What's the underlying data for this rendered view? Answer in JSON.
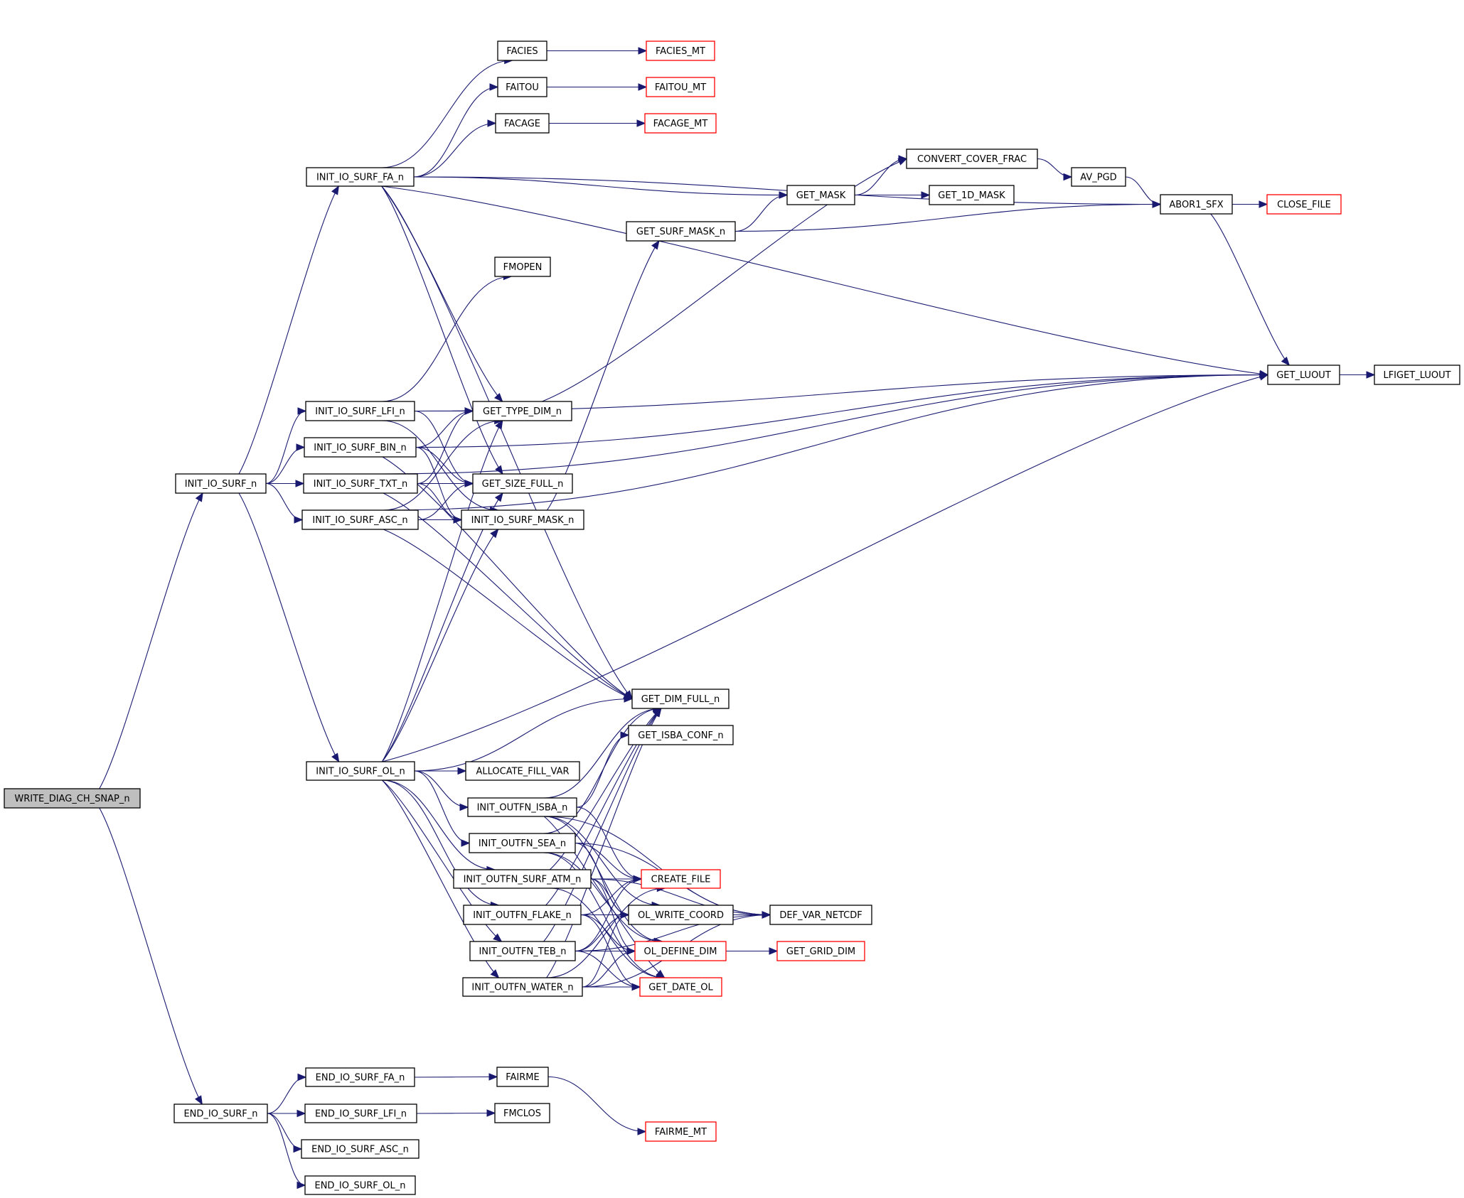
{
  "title": "WRITE_DIAG_CH_SNAP_n call graph",
  "colors": {
    "edge": "#191970",
    "external_border": "#ff0000",
    "root_fill": "#bfbfbf"
  },
  "nodes": [
    {
      "id": "WRITE_DIAG_CH_SNAP_n",
      "label": "WRITE_DIAG_CH_SNAP_n",
      "kind": "root"
    },
    {
      "id": "INIT_IO_SURF_n",
      "label": "INIT_IO_SURF_n",
      "kind": "normal"
    },
    {
      "id": "END_IO_SURF_n",
      "label": "END_IO_SURF_n",
      "kind": "normal"
    },
    {
      "id": "INIT_IO_SURF_FA_n",
      "label": "INIT_IO_SURF_FA_n",
      "kind": "normal"
    },
    {
      "id": "INIT_IO_SURF_LFI_n",
      "label": "INIT_IO_SURF_LFI_n",
      "kind": "normal"
    },
    {
      "id": "INIT_IO_SURF_BIN_n",
      "label": "INIT_IO_SURF_BIN_n",
      "kind": "normal"
    },
    {
      "id": "INIT_IO_SURF_TXT_n",
      "label": "INIT_IO_SURF_TXT_n",
      "kind": "normal"
    },
    {
      "id": "INIT_IO_SURF_ASC_n",
      "label": "INIT_IO_SURF_ASC_n",
      "kind": "normal"
    },
    {
      "id": "INIT_IO_SURF_OL_n",
      "label": "INIT_IO_SURF_OL_n",
      "kind": "normal"
    },
    {
      "id": "END_IO_SURF_FA_n",
      "label": "END_IO_SURF_FA_n",
      "kind": "normal"
    },
    {
      "id": "END_IO_SURF_LFI_n",
      "label": "END_IO_SURF_LFI_n",
      "kind": "normal"
    },
    {
      "id": "END_IO_SURF_ASC_n",
      "label": "END_IO_SURF_ASC_n",
      "kind": "normal"
    },
    {
      "id": "END_IO_SURF_OL_n",
      "label": "END_IO_SURF_OL_n",
      "kind": "normal"
    },
    {
      "id": "FACIES",
      "label": "FACIES",
      "kind": "normal"
    },
    {
      "id": "FAITOU",
      "label": "FAITOU",
      "kind": "normal"
    },
    {
      "id": "FACAGE",
      "label": "FACAGE",
      "kind": "normal"
    },
    {
      "id": "FMOPEN",
      "label": "FMOPEN",
      "kind": "normal"
    },
    {
      "id": "GET_TYPE_DIM_n",
      "label": "GET_TYPE_DIM_n",
      "kind": "normal"
    },
    {
      "id": "GET_SIZE_FULL_n",
      "label": "GET_SIZE_FULL_n",
      "kind": "normal"
    },
    {
      "id": "INIT_IO_SURF_MASK_n",
      "label": "INIT_IO_SURF_MASK_n",
      "kind": "normal"
    },
    {
      "id": "GET_DIM_FULL_n",
      "label": "GET_DIM_FULL_n",
      "kind": "normal"
    },
    {
      "id": "GET_ISBA_CONF_n",
      "label": "GET_ISBA_CONF_n",
      "kind": "normal"
    },
    {
      "id": "ALLOCATE_FILL_VAR",
      "label": "ALLOCATE_FILL_VAR",
      "kind": "normal"
    },
    {
      "id": "INIT_OUTFN_ISBA_n",
      "label": "INIT_OUTFN_ISBA_n",
      "kind": "normal"
    },
    {
      "id": "INIT_OUTFN_SEA_n",
      "label": "INIT_OUTFN_SEA_n",
      "kind": "normal"
    },
    {
      "id": "INIT_OUTFN_SURF_ATM_n",
      "label": "INIT_OUTFN_SURF_ATM_n",
      "kind": "normal"
    },
    {
      "id": "INIT_OUTFN_FLAKE_n",
      "label": "INIT_OUTFN_FLAKE_n",
      "kind": "normal"
    },
    {
      "id": "INIT_OUTFN_TEB_n",
      "label": "INIT_OUTFN_TEB_n",
      "kind": "normal"
    },
    {
      "id": "INIT_OUTFN_WATER_n",
      "label": "INIT_OUTFN_WATER_n",
      "kind": "normal"
    },
    {
      "id": "FAIRME",
      "label": "FAIRME",
      "kind": "normal"
    },
    {
      "id": "FMCLOS",
      "label": "FMCLOS",
      "kind": "normal"
    },
    {
      "id": "FACIES_MT",
      "label": "FACIES_MT",
      "kind": "external"
    },
    {
      "id": "FAITOU_MT",
      "label": "FAITOU_MT",
      "kind": "external"
    },
    {
      "id": "FACAGE_MT",
      "label": "FACAGE_MT",
      "kind": "external"
    },
    {
      "id": "GET_SURF_MASK_n",
      "label": "GET_SURF_MASK_n",
      "kind": "normal"
    },
    {
      "id": "GET_MASK",
      "label": "GET_MASK",
      "kind": "normal"
    },
    {
      "id": "CONVERT_COVER_FRAC",
      "label": "CONVERT_COVER_FRAC",
      "kind": "normal"
    },
    {
      "id": "GET_1D_MASK",
      "label": "GET_1D_MASK",
      "kind": "normal"
    },
    {
      "id": "AV_PGD",
      "label": "AV_PGD",
      "kind": "normal"
    },
    {
      "id": "ABOR1_SFX",
      "label": "ABOR1_SFX",
      "kind": "normal"
    },
    {
      "id": "CLOSE_FILE",
      "label": "CLOSE_FILE",
      "kind": "external"
    },
    {
      "id": "GET_LUOUT",
      "label": "GET_LUOUT",
      "kind": "normal"
    },
    {
      "id": "LFIGET_LUOUT",
      "label": "LFIGET_LUOUT",
      "kind": "normal"
    },
    {
      "id": "CREATE_FILE",
      "label": "CREATE_FILE",
      "kind": "external"
    },
    {
      "id": "OL_WRITE_COORD",
      "label": "OL_WRITE_COORD",
      "kind": "normal"
    },
    {
      "id": "OL_DEFINE_DIM",
      "label": "OL_DEFINE_DIM",
      "kind": "external"
    },
    {
      "id": "GET_DATE_OL",
      "label": "GET_DATE_OL",
      "kind": "external"
    },
    {
      "id": "DEF_VAR_NETCDF",
      "label": "DEF_VAR_NETCDF",
      "kind": "normal"
    },
    {
      "id": "GET_GRID_DIM",
      "label": "GET_GRID_DIM",
      "kind": "external"
    },
    {
      "id": "FAIRME_MT",
      "label": "FAIRME_MT",
      "kind": "external"
    }
  ],
  "edges": [
    [
      "WRITE_DIAG_CH_SNAP_n",
      "INIT_IO_SURF_n"
    ],
    [
      "WRITE_DIAG_CH_SNAP_n",
      "END_IO_SURF_n"
    ],
    [
      "INIT_IO_SURF_n",
      "INIT_IO_SURF_FA_n"
    ],
    [
      "INIT_IO_SURF_n",
      "INIT_IO_SURF_LFI_n"
    ],
    [
      "INIT_IO_SURF_n",
      "INIT_IO_SURF_BIN_n"
    ],
    [
      "INIT_IO_SURF_n",
      "INIT_IO_SURF_TXT_n"
    ],
    [
      "INIT_IO_SURF_n",
      "INIT_IO_SURF_ASC_n"
    ],
    [
      "INIT_IO_SURF_n",
      "INIT_IO_SURF_OL_n"
    ],
    [
      "INIT_IO_SURF_FA_n",
      "FACIES"
    ],
    [
      "INIT_IO_SURF_FA_n",
      "FAITOU"
    ],
    [
      "INIT_IO_SURF_FA_n",
      "FACAGE"
    ],
    [
      "INIT_IO_SURF_FA_n",
      "ABOR1_SFX"
    ],
    [
      "INIT_IO_SURF_FA_n",
      "GET_MASK"
    ],
    [
      "INIT_IO_SURF_FA_n",
      "GET_LUOUT"
    ],
    [
      "INIT_IO_SURF_FA_n",
      "GET_TYPE_DIM_n"
    ],
    [
      "INIT_IO_SURF_FA_n",
      "GET_SIZE_FULL_n"
    ],
    [
      "INIT_IO_SURF_FA_n",
      "GET_DIM_FULL_n"
    ],
    [
      "FACIES",
      "FACIES_MT"
    ],
    [
      "FAITOU",
      "FAITOU_MT"
    ],
    [
      "FACAGE",
      "FACAGE_MT"
    ],
    [
      "INIT_IO_SURF_LFI_n",
      "FMOPEN"
    ],
    [
      "INIT_IO_SURF_LFI_n",
      "GET_TYPE_DIM_n"
    ],
    [
      "INIT_IO_SURF_LFI_n",
      "GET_SIZE_FULL_n"
    ],
    [
      "INIT_IO_SURF_LFI_n",
      "INIT_IO_SURF_MASK_n"
    ],
    [
      "INIT_IO_SURF_LFI_n",
      "GET_LUOUT"
    ],
    [
      "INIT_IO_SURF_BIN_n",
      "GET_TYPE_DIM_n"
    ],
    [
      "INIT_IO_SURF_BIN_n",
      "GET_SIZE_FULL_n"
    ],
    [
      "INIT_IO_SURF_BIN_n",
      "INIT_IO_SURF_MASK_n"
    ],
    [
      "INIT_IO_SURF_BIN_n",
      "GET_DIM_FULL_n"
    ],
    [
      "INIT_IO_SURF_BIN_n",
      "GET_LUOUT"
    ],
    [
      "INIT_IO_SURF_TXT_n",
      "GET_TYPE_DIM_n"
    ],
    [
      "INIT_IO_SURF_TXT_n",
      "GET_SIZE_FULL_n"
    ],
    [
      "INIT_IO_SURF_TXT_n",
      "INIT_IO_SURF_MASK_n"
    ],
    [
      "INIT_IO_SURF_TXT_n",
      "GET_DIM_FULL_n"
    ],
    [
      "INIT_IO_SURF_TXT_n",
      "GET_LUOUT"
    ],
    [
      "INIT_IO_SURF_ASC_n",
      "GET_TYPE_DIM_n"
    ],
    [
      "INIT_IO_SURF_ASC_n",
      "GET_SIZE_FULL_n"
    ],
    [
      "INIT_IO_SURF_ASC_n",
      "INIT_IO_SURF_MASK_n"
    ],
    [
      "INIT_IO_SURF_ASC_n",
      "GET_DIM_FULL_n"
    ],
    [
      "INIT_IO_SURF_ASC_n",
      "GET_LUOUT"
    ],
    [
      "GET_TYPE_DIM_n",
      "CONVERT_COVER_FRAC"
    ],
    [
      "INIT_IO_SURF_MASK_n",
      "GET_SURF_MASK_n"
    ],
    [
      "GET_SURF_MASK_n",
      "GET_MASK"
    ],
    [
      "GET_SURF_MASK_n",
      "ABOR1_SFX"
    ],
    [
      "GET_MASK",
      "CONVERT_COVER_FRAC"
    ],
    [
      "GET_MASK",
      "GET_1D_MASK"
    ],
    [
      "CONVERT_COVER_FRAC",
      "AV_PGD"
    ],
    [
      "AV_PGD",
      "ABOR1_SFX"
    ],
    [
      "ABOR1_SFX",
      "CLOSE_FILE"
    ],
    [
      "ABOR1_SFX",
      "GET_LUOUT"
    ],
    [
      "GET_LUOUT",
      "LFIGET_LUOUT"
    ],
    [
      "INIT_IO_SURF_OL_n",
      "GET_TYPE_DIM_n"
    ],
    [
      "INIT_IO_SURF_OL_n",
      "GET_SIZE_FULL_n"
    ],
    [
      "INIT_IO_SURF_OL_n",
      "INIT_IO_SURF_MASK_n"
    ],
    [
      "INIT_IO_SURF_OL_n",
      "GET_DIM_FULL_n"
    ],
    [
      "INIT_IO_SURF_OL_n",
      "GET_LUOUT"
    ],
    [
      "INIT_IO_SURF_OL_n",
      "ALLOCATE_FILL_VAR"
    ],
    [
      "INIT_IO_SURF_OL_n",
      "INIT_OUTFN_ISBA_n"
    ],
    [
      "INIT_IO_SURF_OL_n",
      "INIT_OUTFN_SEA_n"
    ],
    [
      "INIT_IO_SURF_OL_n",
      "INIT_OUTFN_SURF_ATM_n"
    ],
    [
      "INIT_IO_SURF_OL_n",
      "INIT_OUTFN_FLAKE_n"
    ],
    [
      "INIT_IO_SURF_OL_n",
      "INIT_OUTFN_TEB_n"
    ],
    [
      "INIT_IO_SURF_OL_n",
      "INIT_OUTFN_WATER_n"
    ],
    [
      "INIT_OUTFN_ISBA_n",
      "GET_DIM_FULL_n"
    ],
    [
      "INIT_OUTFN_ISBA_n",
      "GET_ISBA_CONF_n"
    ],
    [
      "INIT_OUTFN_ISBA_n",
      "CREATE_FILE"
    ],
    [
      "INIT_OUTFN_ISBA_n",
      "OL_WRITE_COORD"
    ],
    [
      "INIT_OUTFN_ISBA_n",
      "OL_DEFINE_DIM"
    ],
    [
      "INIT_OUTFN_ISBA_n",
      "GET_DATE_OL"
    ],
    [
      "INIT_OUTFN_ISBA_n",
      "DEF_VAR_NETCDF"
    ],
    [
      "INIT_OUTFN_SEA_n",
      "GET_DIM_FULL_n"
    ],
    [
      "INIT_OUTFN_SEA_n",
      "CREATE_FILE"
    ],
    [
      "INIT_OUTFN_SEA_n",
      "OL_WRITE_COORD"
    ],
    [
      "INIT_OUTFN_SEA_n",
      "OL_DEFINE_DIM"
    ],
    [
      "INIT_OUTFN_SEA_n",
      "GET_DATE_OL"
    ],
    [
      "INIT_OUTFN_SEA_n",
      "DEF_VAR_NETCDF"
    ],
    [
      "INIT_OUTFN_SURF_ATM_n",
      "GET_DIM_FULL_n"
    ],
    [
      "INIT_OUTFN_SURF_ATM_n",
      "CREATE_FILE"
    ],
    [
      "INIT_OUTFN_SURF_ATM_n",
      "OL_WRITE_COORD"
    ],
    [
      "INIT_OUTFN_SURF_ATM_n",
      "OL_DEFINE_DIM"
    ],
    [
      "INIT_OUTFN_SURF_ATM_n",
      "GET_DATE_OL"
    ],
    [
      "INIT_OUTFN_SURF_ATM_n",
      "DEF_VAR_NETCDF"
    ],
    [
      "INIT_OUTFN_FLAKE_n",
      "GET_DIM_FULL_n"
    ],
    [
      "INIT_OUTFN_FLAKE_n",
      "CREATE_FILE"
    ],
    [
      "INIT_OUTFN_FLAKE_n",
      "OL_WRITE_COORD"
    ],
    [
      "INIT_OUTFN_FLAKE_n",
      "OL_DEFINE_DIM"
    ],
    [
      "INIT_OUTFN_FLAKE_n",
      "GET_DATE_OL"
    ],
    [
      "INIT_OUTFN_FLAKE_n",
      "DEF_VAR_NETCDF"
    ],
    [
      "INIT_OUTFN_TEB_n",
      "GET_DIM_FULL_n"
    ],
    [
      "INIT_OUTFN_TEB_n",
      "CREATE_FILE"
    ],
    [
      "INIT_OUTFN_TEB_n",
      "OL_WRITE_COORD"
    ],
    [
      "INIT_OUTFN_TEB_n",
      "OL_DEFINE_DIM"
    ],
    [
      "INIT_OUTFN_TEB_n",
      "GET_DATE_OL"
    ],
    [
      "INIT_OUTFN_TEB_n",
      "DEF_VAR_NETCDF"
    ],
    [
      "INIT_OUTFN_WATER_n",
      "GET_DIM_FULL_n"
    ],
    [
      "INIT_OUTFN_WATER_n",
      "CREATE_FILE"
    ],
    [
      "INIT_OUTFN_WATER_n",
      "OL_WRITE_COORD"
    ],
    [
      "INIT_OUTFN_WATER_n",
      "OL_DEFINE_DIM"
    ],
    [
      "INIT_OUTFN_WATER_n",
      "GET_DATE_OL"
    ],
    [
      "INIT_OUTFN_WATER_n",
      "DEF_VAR_NETCDF"
    ],
    [
      "OL_WRITE_COORD",
      "DEF_VAR_NETCDF"
    ],
    [
      "OL_DEFINE_DIM",
      "GET_GRID_DIM"
    ],
    [
      "END_IO_SURF_n",
      "END_IO_SURF_FA_n"
    ],
    [
      "END_IO_SURF_n",
      "END_IO_SURF_LFI_n"
    ],
    [
      "END_IO_SURF_n",
      "END_IO_SURF_ASC_n"
    ],
    [
      "END_IO_SURF_n",
      "END_IO_SURF_OL_n"
    ],
    [
      "END_IO_SURF_FA_n",
      "FAIRME"
    ],
    [
      "END_IO_SURF_LFI_n",
      "FMCLOS"
    ],
    [
      "FAIRME",
      "FAIRME_MT"
    ]
  ]
}
